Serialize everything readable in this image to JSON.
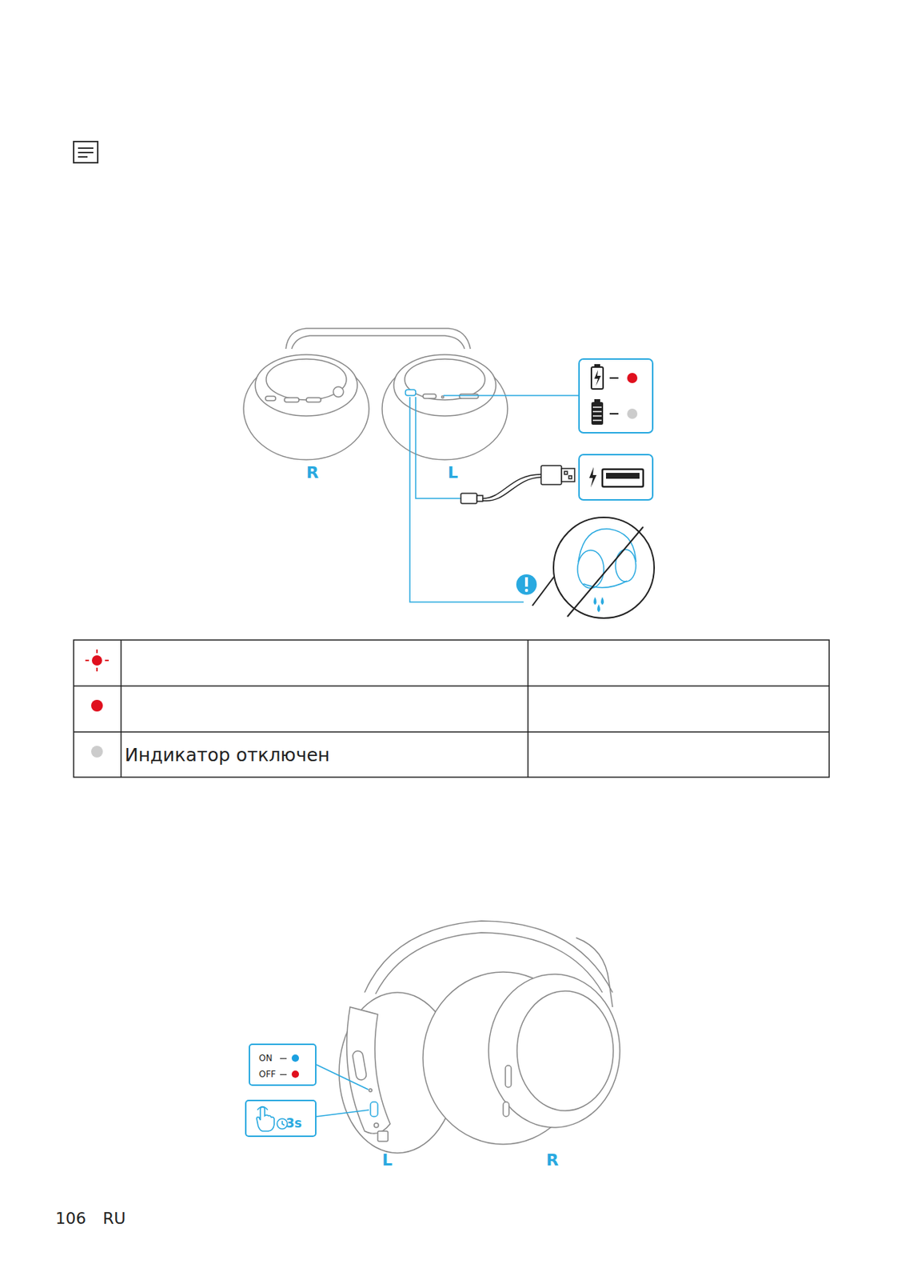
{
  "diagram": {
    "nodes": [
      {
        "text": [
          "ON",
          "OFF"
        ]
      },
      {
        "text": [
          "3s"
        ]
      }
    ],
    "labels": [
      "R",
      "L",
      "Индикатор отключен",
      "L",
      "R",
      "106",
      "RU"
    ]
  }
}
